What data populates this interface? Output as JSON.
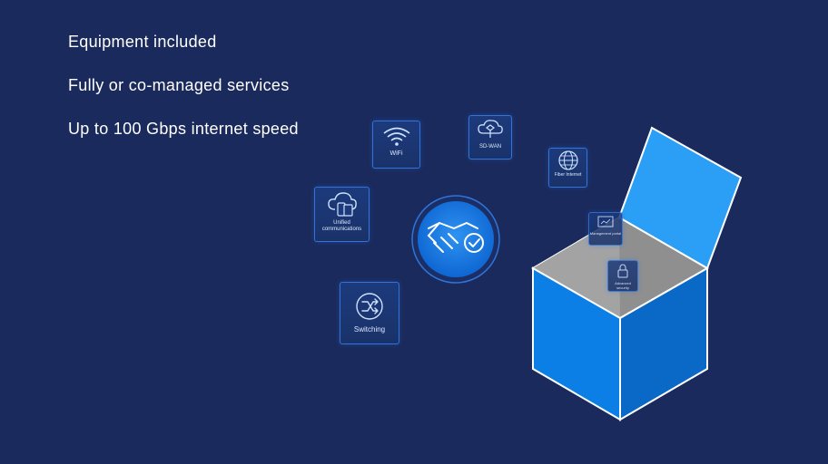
{
  "bullets": [
    "Equipment included",
    "Fully or co-managed services",
    "Up to 100 Gbps internet speed"
  ],
  "tiles": {
    "wifi": "WiFi",
    "sdwan": "SD-WAN",
    "fiber": "Fiber Internet",
    "unified": "Unified communications",
    "switching": "Switching",
    "mgmt": "Management portal",
    "security": "Advanced security"
  },
  "colors": {
    "background": "#1b2a5c",
    "accent_blue": "#1679e0",
    "box_front": "#0b7fe6",
    "box_side": "#0a68c7",
    "box_lid": "#2b9ff5",
    "tile_border": "#2f74d6"
  },
  "icons": [
    "wifi-icon",
    "sdwan-icon",
    "globe-icon",
    "cloud-phone-icon",
    "switch-arrows-icon",
    "handshake-check-icon",
    "portal-icon",
    "lock-icon"
  ]
}
